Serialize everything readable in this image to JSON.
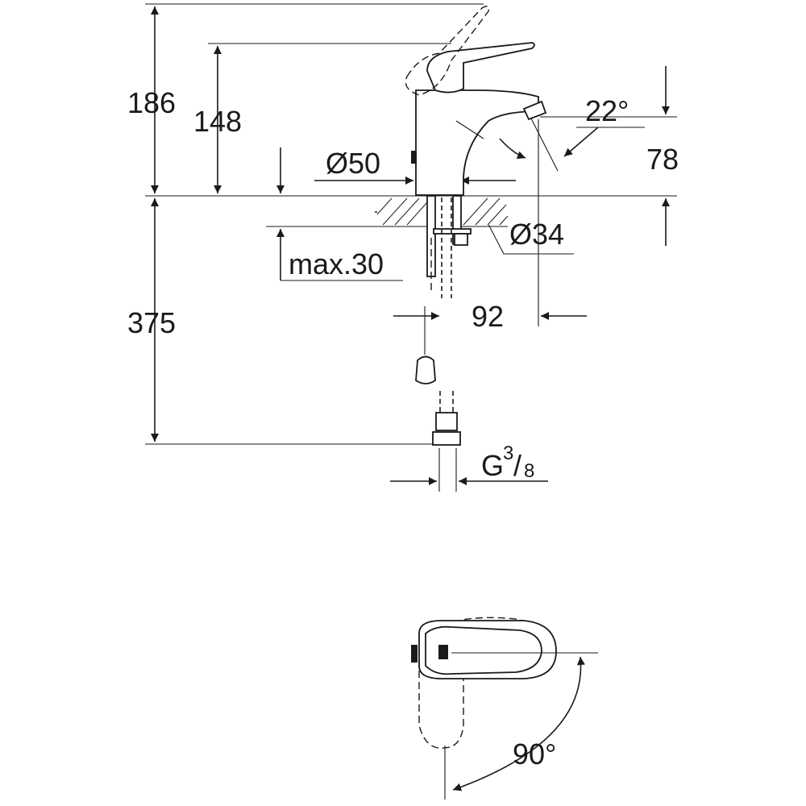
{
  "dimensions": {
    "total_height": "186",
    "body_height": "148",
    "spout_height": "78",
    "spout_angle": "22°",
    "base_diameter": "Ø50",
    "hole_diameter": "Ø34",
    "max_thickness": "max.30",
    "hose_length": "375",
    "spout_reach": "92",
    "connection_prefix": "G",
    "connection_num": "3",
    "connection_slash": "/",
    "connection_den": "8",
    "lever_rotation": "90°"
  }
}
